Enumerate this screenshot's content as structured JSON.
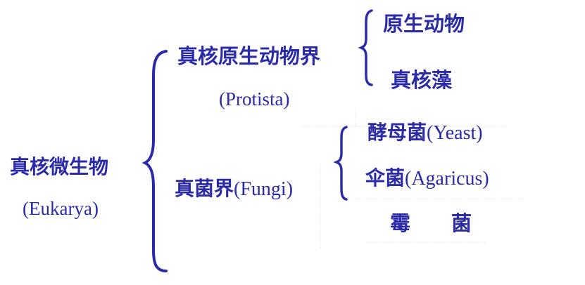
{
  "root": {
    "name": "真核微生物",
    "latin": "(Eukarya)"
  },
  "protista": {
    "name": "真核原生动物界",
    "latin": "(Protista)",
    "children": [
      "原生动物",
      "真核藻"
    ]
  },
  "fungi": {
    "name": "真菌界",
    "latin": "(Fungi)",
    "children": [
      {
        "name": "酵母菌",
        "latin": "(Yeast)"
      },
      {
        "name": "伞菌",
        "latin": "(Agaricus)"
      },
      {
        "name": "霉　　菌",
        "latin": ""
      }
    ]
  },
  "colors": {
    "text": "#2b2ba8",
    "brace": "#2b2ba8"
  }
}
